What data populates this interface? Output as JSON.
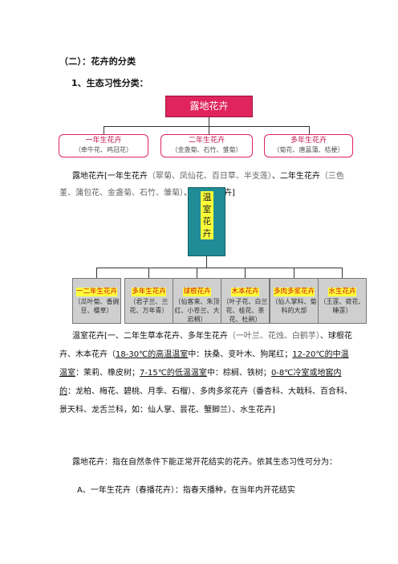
{
  "heading": "（二）：花卉的分类",
  "subheading": "1、生态习性分类：",
  "outdoor_diagram": {
    "root": "露地花卉",
    "children": [
      {
        "title": "一年生花卉",
        "examples": "（牵牛花、鸡冠花）"
      },
      {
        "title": "二年生花卉",
        "examples": "（金盏菊、石竹、雏菊）"
      },
      {
        "title": "多年生花卉",
        "examples": "（菊花、唐菖蒲、桔梗）"
      }
    ]
  },
  "paragraph1": {
    "a": "露地花卉[一年生花卉",
    "b": "（翠菊、凤仙花、百日草、半支莲）",
    "c": "、二年生花卉",
    "d": "（三色堇、蒲包花、金盏菊、石竹、雏菊）",
    "e": "、多年生花卉]"
  },
  "greenhouse_diagram": {
    "root_chars": [
      "温",
      "室",
      "花",
      "卉"
    ],
    "children": [
      {
        "title": "一二年生花卉",
        "examples": "（瓜叶菊、香豌豆、樱草）"
      },
      {
        "title": "多年生花卉",
        "examples": "（君子兰、兰花、万年青）"
      },
      {
        "title": "球根花卉",
        "examples": "（仙客来、朱顶红、小苍兰、大岩桐）"
      },
      {
        "title": "木本花卉",
        "examples": "（叶子花、白兰花、桂花、茶花、杜鹃）"
      },
      {
        "title": "多肉多浆花卉",
        "examples": "（仙人掌科、菊科的大部"
      },
      {
        "title": "水生花卉",
        "examples": "（王莲、荷花、睡莲）"
      }
    ]
  },
  "paragraph2": {
    "t1": "温室花卉[一、二年生草本花卉、多年生花卉",
    "t2": "（一叶兰、花烛、白鹤芋）",
    "t3": "、球根花卉、木本花卉（",
    "t4": "18-30℃的高温温室",
    "t5": "中：扶桑、变叶木、狗尾红；",
    "t6": "12-20℃的中温温室",
    "t7": "：茉莉、橡皮树；",
    "t8": "7-15℃的低温温室",
    "t9": "中：棕榈、铁树；",
    "t10": "0-8℃冷室或地窖内的",
    "t11": "：龙柏、梅花、碧桃、月季、石榴）、多肉多浆花卉（番杏科、大戟科、百合科、景天科、龙舌兰科，如：仙人掌、昙花、蟹脚兰）、水生花卉]"
  },
  "paragraph3": "露地花卉：指在自然条件下能正常开花结实的花卉。依其生态习性可分为：",
  "paragraph4": "A、一年生花卉（春播花卉）：指春天播种，在当年内开花结实"
}
